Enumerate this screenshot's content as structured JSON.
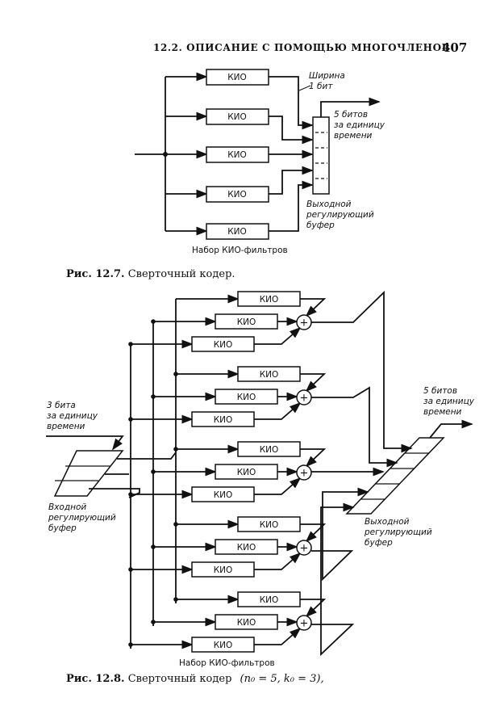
{
  "page": {
    "header": "12.2. ОПИСАНИЕ С ПОМОЩЬЮ МНОГОЧЛЕНОВ",
    "page_number": "407"
  },
  "figure_1": {
    "block_label": "КИО",
    "block_count": 5,
    "width_note_line1": "Ширина",
    "width_note_line2": "1 бит",
    "output_rate_line1": "5 битов",
    "output_rate_line2": "за единицу",
    "output_rate_line3": "времени",
    "buffer_label_line1": "Выходной",
    "buffer_label_line2": "регулирующий",
    "buffer_label_line3": "буфер",
    "bank_label": "Набор КИО-фильтров",
    "caption_number": "Рис. 12.7.",
    "caption_text": "Сверточный кодер."
  },
  "figure_2": {
    "block_label": "КИО",
    "adder_symbol": "+",
    "groups": 5,
    "blocks_per_group": 3,
    "input_rate_line1": "3 бита",
    "input_rate_line2": "за единицу",
    "input_rate_line3": "времени",
    "input_buffer_line1": "Входной",
    "input_buffer_line2": "регулирующий",
    "input_buffer_line3": "буфер",
    "output_rate_line1": "5 битов",
    "output_rate_line2": "за единицу",
    "output_rate_line3": "времени",
    "output_buffer_line1": "Выходной",
    "output_buffer_line2": "регулирующий",
    "output_buffer_line3": "буфер",
    "bank_label": "Набор КИО-фильтров",
    "caption_number": "Рис. 12.8.",
    "caption_text": "Сверточный кодер",
    "caption_params": "(n₀ = 5,  k₀ = 3),"
  }
}
